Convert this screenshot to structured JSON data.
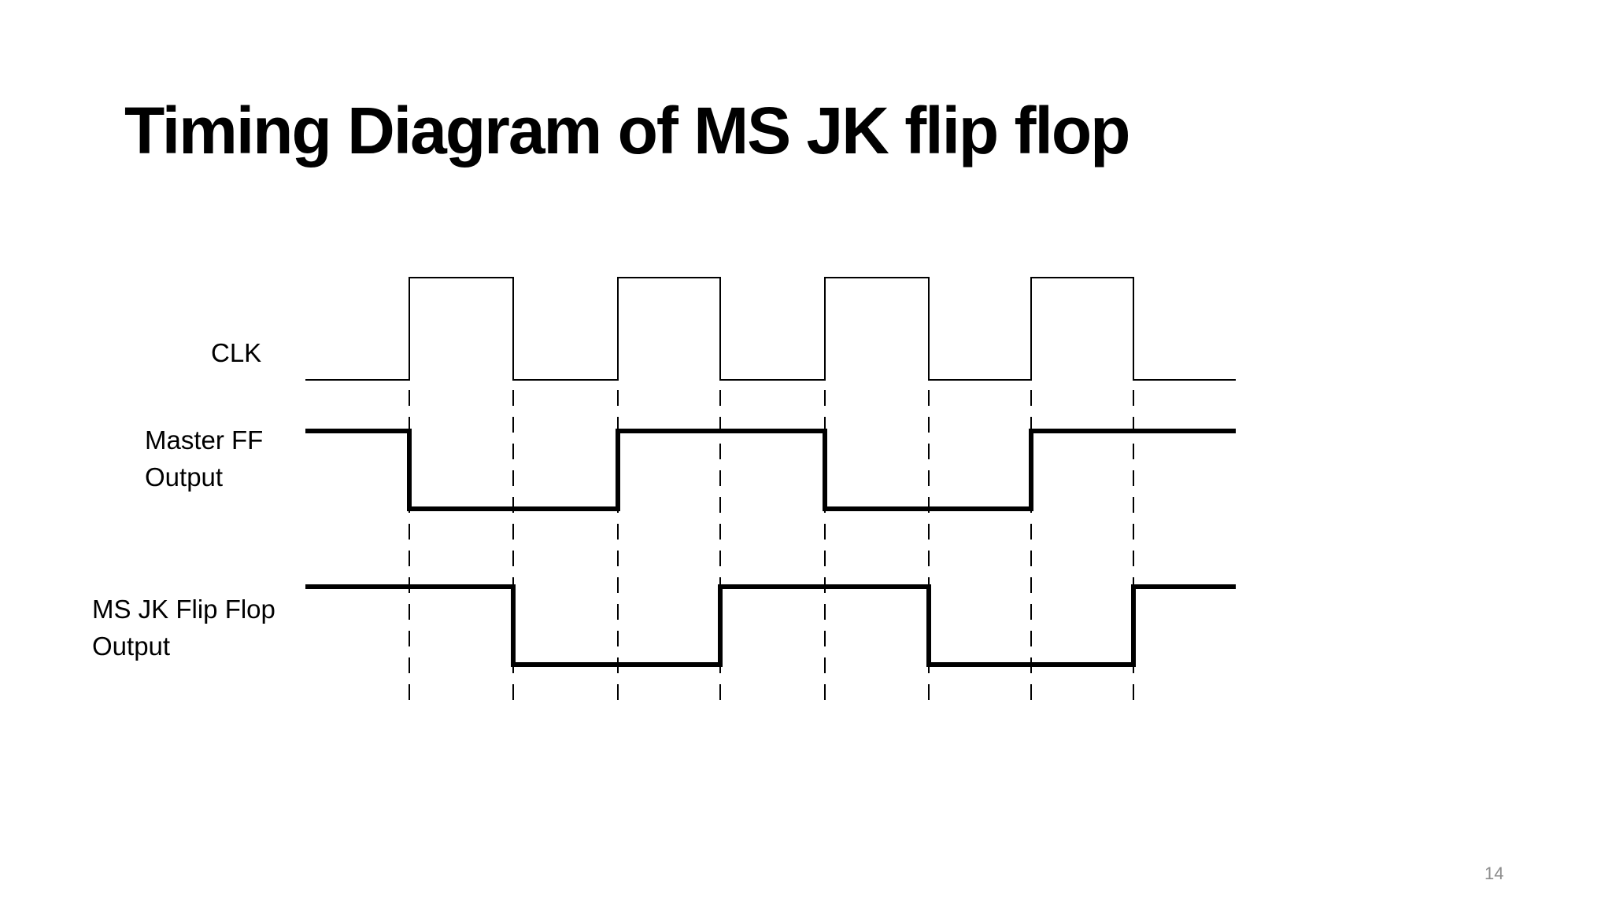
{
  "slide": {
    "title": "Timing Diagram of MS JK flip flop",
    "page_number": "14"
  },
  "signals": {
    "clk": {
      "label": "CLK"
    },
    "master": {
      "label_line1": "Master FF",
      "label_line2": "Output"
    },
    "msjk": {
      "label_line1": "MS JK Flip Flop",
      "label_line2": "Output"
    }
  },
  "timing": {
    "edges": 9,
    "clk_levels": [
      0,
      1,
      0,
      1,
      0,
      1,
      0,
      1,
      0,
      0
    ],
    "master_levels": [
      1,
      0,
      0,
      1,
      1,
      0,
      0,
      1,
      1,
      1
    ],
    "msjk_levels": [
      1,
      1,
      0,
      0,
      1,
      1,
      0,
      0,
      1,
      1
    ]
  },
  "colors": {
    "signal": "#000000",
    "page_number": "#8c8c8c"
  }
}
